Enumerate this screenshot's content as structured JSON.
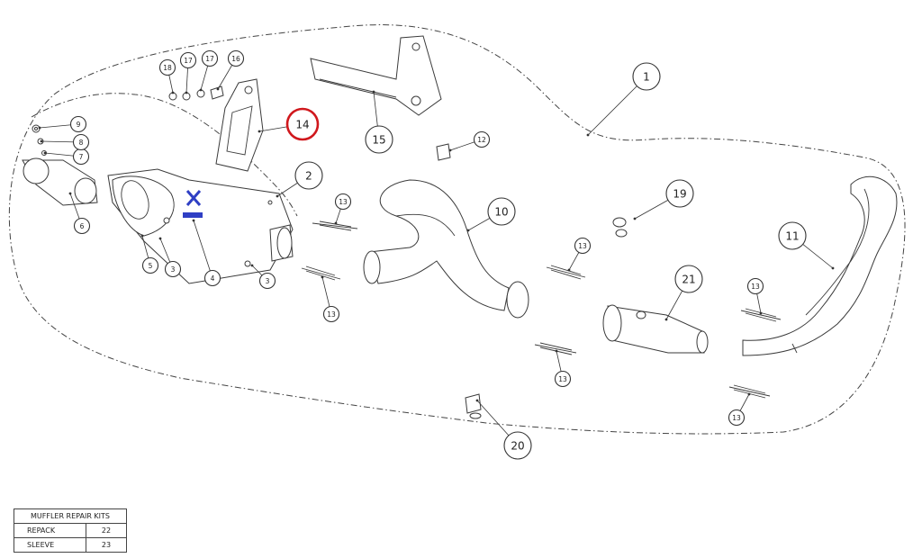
{
  "colors": {
    "line": "#333333",
    "highlight": "#d0181d",
    "logo": "#2f3fc4"
  },
  "callouts": [
    {
      "id": "c1",
      "label": "1",
      "size": "big"
    },
    {
      "id": "c2",
      "label": "2",
      "size": "big"
    },
    {
      "id": "c3a",
      "label": "3",
      "size": "small"
    },
    {
      "id": "c3b",
      "label": "3",
      "size": "small"
    },
    {
      "id": "c4",
      "label": "4",
      "size": "small"
    },
    {
      "id": "c5",
      "label": "5",
      "size": "small"
    },
    {
      "id": "c6",
      "label": "6",
      "size": "small"
    },
    {
      "id": "c7",
      "label": "7",
      "size": "small"
    },
    {
      "id": "c8",
      "label": "8",
      "size": "small"
    },
    {
      "id": "c9",
      "label": "9",
      "size": "small"
    },
    {
      "id": "c10",
      "label": "10",
      "size": "big"
    },
    {
      "id": "c11",
      "label": "11",
      "size": "big"
    },
    {
      "id": "c12",
      "label": "12",
      "size": "small"
    },
    {
      "id": "c13a",
      "label": "13",
      "size": "small"
    },
    {
      "id": "c13b",
      "label": "13",
      "size": "small"
    },
    {
      "id": "c13c",
      "label": "13",
      "size": "small"
    },
    {
      "id": "c13d",
      "label": "13",
      "size": "small"
    },
    {
      "id": "c13e",
      "label": "13",
      "size": "small"
    },
    {
      "id": "c13f",
      "label": "13",
      "size": "small"
    },
    {
      "id": "c14",
      "label": "14",
      "size": "big",
      "highlight": true
    },
    {
      "id": "c15",
      "label": "15",
      "size": "big"
    },
    {
      "id": "c16",
      "label": "16",
      "size": "small"
    },
    {
      "id": "c17a",
      "label": "17",
      "size": "small"
    },
    {
      "id": "c17b",
      "label": "17",
      "size": "small"
    },
    {
      "id": "c18",
      "label": "18",
      "size": "small"
    },
    {
      "id": "c19",
      "label": "19",
      "size": "big"
    },
    {
      "id": "c20",
      "label": "20",
      "size": "big"
    },
    {
      "id": "c21",
      "label": "21",
      "size": "big"
    }
  ],
  "repair_kits": {
    "title": "MUFFLER REPAIR KITS",
    "rows": [
      {
        "name": "REPACK",
        "number": "22"
      },
      {
        "name": "SLEEVE",
        "number": "23"
      }
    ]
  }
}
